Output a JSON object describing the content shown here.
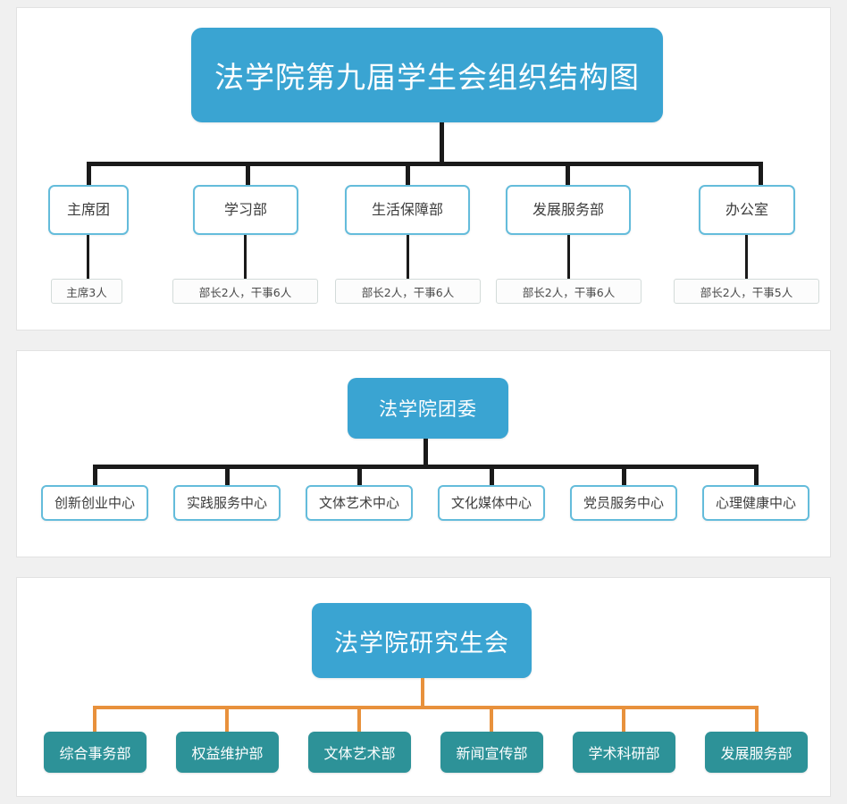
{
  "chart_data": {
    "type": "diagram",
    "title": "法学院第九届学生会组织结构图",
    "diagram_kind": "organizational-chart",
    "panels": 3
  },
  "colors": {
    "header_blue": "#3aa4d2",
    "node_border_blue": "#64bcdb",
    "filled_teal": "#2d9298",
    "connector_black": "#1a1a1a",
    "connector_orange": "#e8913c",
    "page_background": "#f0f0f0",
    "panel_background": "#ffffff",
    "sublabel_border": "#d3dbd9"
  },
  "panel_students": {
    "header": "法学院第九届学生会组织结构图",
    "departments": [
      {
        "name": "主席团",
        "staff": "主席3人"
      },
      {
        "name": "学习部",
        "staff": "部长2人，干事6人"
      },
      {
        "name": "生活保障部",
        "staff": "部长2人，干事6人"
      },
      {
        "name": "发展服务部",
        "staff": "部长2人，干事6人"
      },
      {
        "name": "办公室",
        "staff": "部长2人，干事5人"
      }
    ]
  },
  "panel_league": {
    "header": "法学院团委",
    "centers": [
      {
        "name": "创新创业中心"
      },
      {
        "name": "实践服务中心"
      },
      {
        "name": "文体艺术中心"
      },
      {
        "name": "文化媒体中心"
      },
      {
        "name": "党员服务中心"
      },
      {
        "name": "心理健康中心"
      }
    ]
  },
  "panel_grad": {
    "header": "法学院研究生会",
    "departments": [
      {
        "name": "综合事务部"
      },
      {
        "name": "权益维护部"
      },
      {
        "name": "文体艺术部"
      },
      {
        "name": "新闻宣传部"
      },
      {
        "name": "学术科研部"
      },
      {
        "name": "发展服务部"
      }
    ]
  }
}
